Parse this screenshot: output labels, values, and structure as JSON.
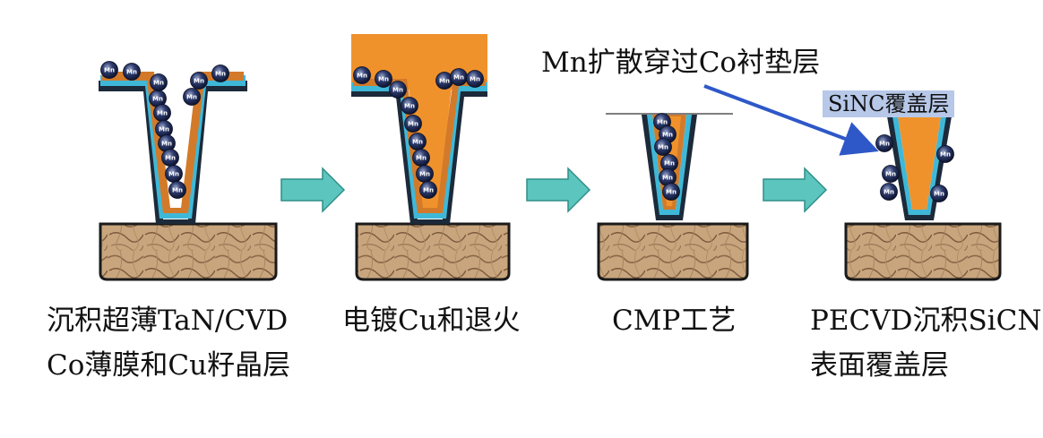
{
  "annotation": {
    "mn_diffusion": "Mn扩散穿过Co衬垫层",
    "sinc_layer": "SiNC覆盖层"
  },
  "particle_label": "Mn",
  "steps": [
    {
      "line1": "沉积超薄TaN/CVD",
      "line2": "Co薄膜和Cu籽晶层"
    },
    {
      "line1": "电镀Cu和退火",
      "line2": ""
    },
    {
      "line1": "CMP工艺",
      "line2": ""
    },
    {
      "line1": "PECVD沉积SiCN",
      "line2": "表面覆盖层"
    }
  ],
  "colors": {
    "copper_fill": "#f0922c",
    "cobalt_liner": "#3fb8d8",
    "barrier_dark": "#1c2a3a",
    "substrate": "#c4a07a",
    "arrow": "#5cc5bd",
    "annotation_arrow": "#2e58c8",
    "mn_particle": "#1e2b55"
  }
}
